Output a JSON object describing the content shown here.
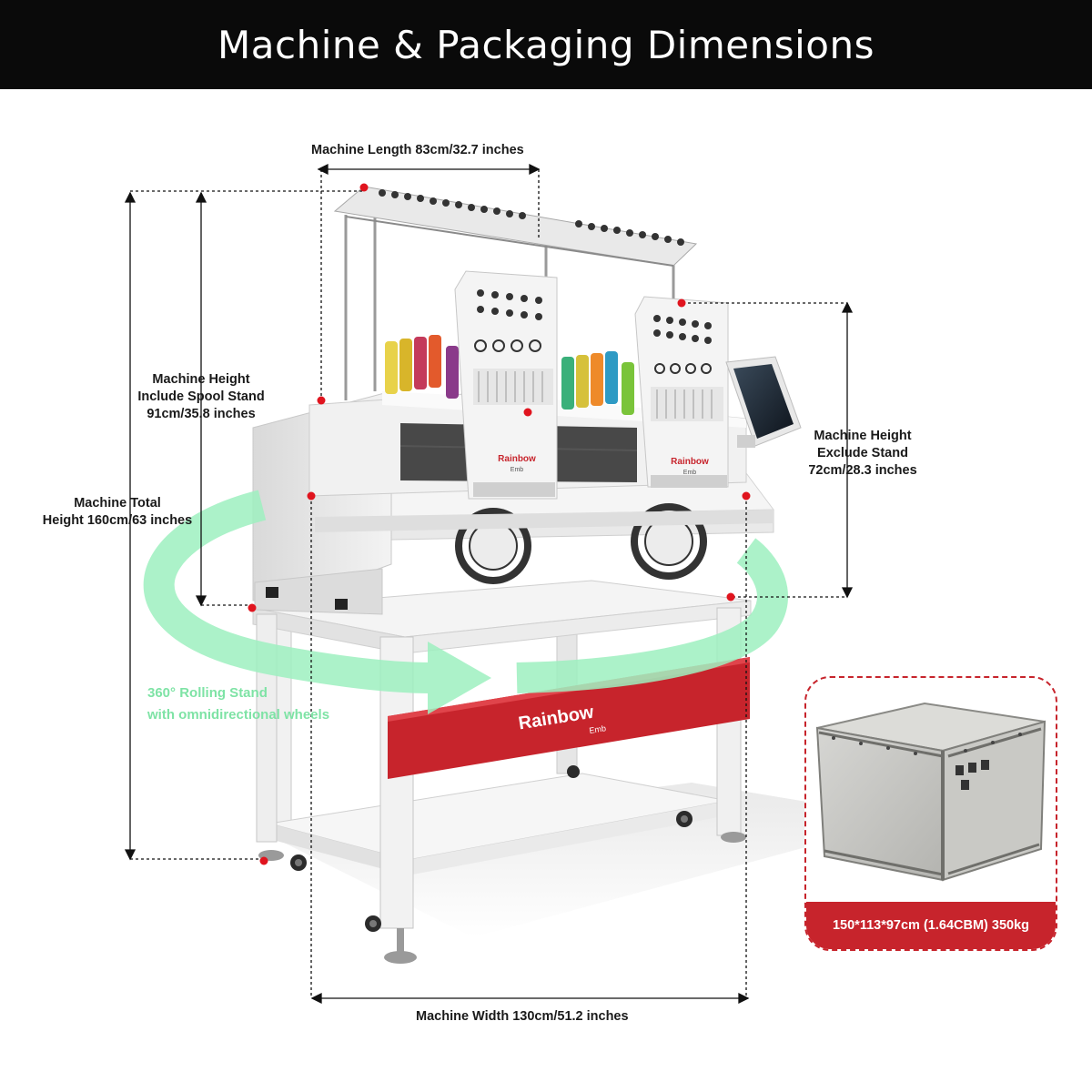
{
  "header": {
    "title": "Machine & Packaging Dimensions"
  },
  "dimensions": {
    "length": "Machine Length 83cm/32.7 inches",
    "height_spool": [
      "Machine Height",
      "Include Spool Stand",
      "91cm/35.8 inches"
    ],
    "total_height": [
      "Machine Total",
      "Height 160cm/63 inches"
    ],
    "height_exclude": [
      "Machine Height",
      "Exclude Stand",
      "72cm/28.3 inches"
    ],
    "width": "Machine Width 130cm/51.2 inches"
  },
  "feature": {
    "lines": [
      "360° Rolling Stand",
      "with omnidirectional wheels"
    ]
  },
  "brand": {
    "name": "Rainbow",
    "sub": "Emb"
  },
  "packaging": {
    "caption": "150*113*97cm (1.64CBM) 350kg"
  },
  "colors": {
    "header_bg": "#0a0a0a",
    "accent_red": "#c7242c",
    "arrow_green": "#9ef0c0",
    "dot_red": "#e0141e"
  },
  "spool_colors": [
    "#e8d24a",
    "#d8b52a",
    "#c43a5a",
    "#e35a2c",
    "#8a3a8a",
    "#3ab07a",
    "#d6c13a",
    "#ee8a2a",
    "#2e9ac4",
    "#7ac43a"
  ]
}
